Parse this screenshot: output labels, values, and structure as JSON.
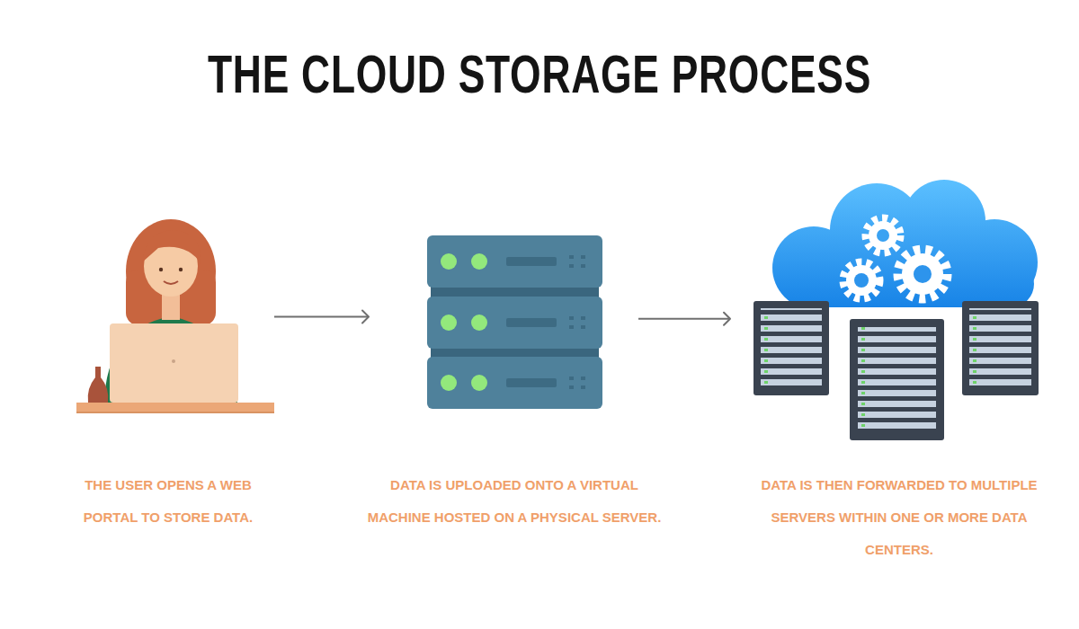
{
  "diagram": {
    "title": "THE CLOUD STORAGE PROCESS",
    "nodes": [
      {
        "text": [
          "THE USER OPENS A WEB PORTAL TO STORE DATA."
        ]
      },
      {
        "text": [
          "DATA IS UPLOADED ONTO A VIRTUAL MACHINE HOSTED ON A PHYSICAL SERVER."
        ]
      },
      {
        "text": [
          "DATA IS THEN FORWARDED TO MULTIPLE SERVERS WITHIN ONE OR MORE DATA CENTERS."
        ]
      }
    ],
    "edges": [
      {
        "from": 0,
        "to": 1,
        "arrow": "to"
      },
      {
        "from": 1,
        "to": 2,
        "arrow": "to"
      }
    ]
  }
}
